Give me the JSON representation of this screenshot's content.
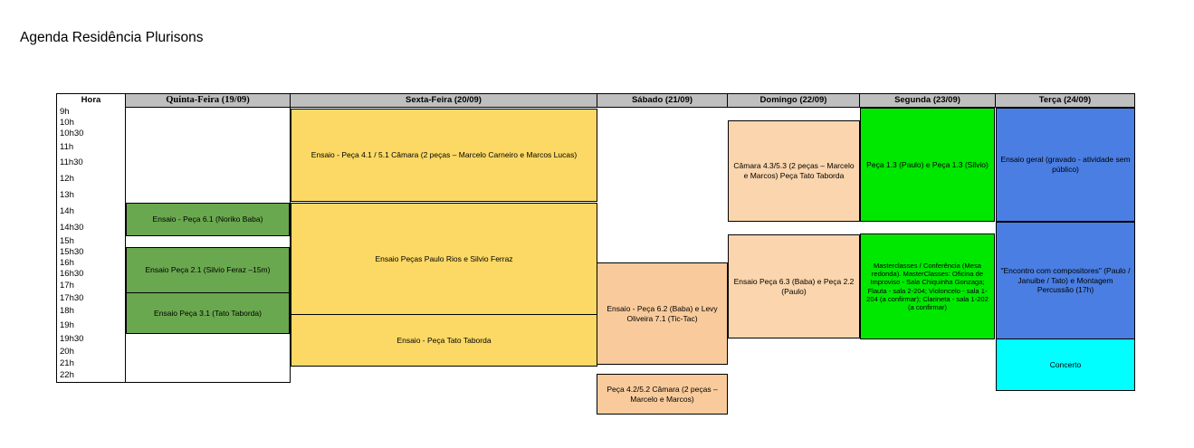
{
  "page": {
    "title": "Agenda Residência Plurisons"
  },
  "table": {
    "hour_header": "Hora",
    "day_headers": [
      "Quinta-Feira (19/09)",
      "Sexta-Feira (20/09)",
      "Sábado (21/09)",
      "Domingo (22/09)",
      "Segunda (23/09)",
      "Terça (24/09)"
    ],
    "hours": [
      "9h",
      "10h",
      "10h30",
      "11h",
      "11h30",
      "12h",
      "13h",
      "14h",
      "14h30",
      "15h",
      "15h30",
      "16h",
      "16h30",
      "17h",
      "17h30",
      "18h",
      "19h",
      "19h30",
      "20h",
      "21h",
      "22h"
    ]
  },
  "colors": {
    "header_gray": "#bfbfbf",
    "yellow": "#fcd965",
    "green": "#6aa84f",
    "peach": "#fbd5ad",
    "peach_dark": "#f9cb9c",
    "lime": "#00e800",
    "blue": "#4a7ee2",
    "cyan": "#00ffff"
  },
  "events": {
    "quinta": [
      "Ensaio - Peça 6.1 (Noriko Baba)",
      "Ensaio Peça 2.1 (Silvio Feraz –15m)",
      "Ensaio Peça 3.1 (Tato Taborda)"
    ],
    "sexta": [
      "Ensaio - Peça 4.1 / 5.1 Câmara (2 peças – Marcelo Carneiro e Marcos Lucas)",
      "Ensaio Peças Paulo Rios e Silvio Ferraz",
      "Ensaio - Peça Tato Taborda"
    ],
    "sabado": [
      "Ensaio - Peça 6.2 (Baba) e Levy Oliveira 7.1 (Tic-Tac)",
      "Peça 4.2/5.2 Câmara (2 peças – Marcelo e Marcos)"
    ],
    "domingo": [
      "Câmara 4.3/5.3 (2 peças – Marcelo e Marcos) Peça Tato Taborda",
      "Ensaio Peça 6.3 (Baba) e Peça 2.2 (Paulo)"
    ],
    "segunda": [
      "Peça 1.3 (Paulo) e Peça 1.3 (Silvio)",
      "Masterclasses / Conferência (Mesa redonda). MasterClasses: Oficina de Improviso - Sala Chiquinha Gonzaga; Flauta - sala 2-204; Violoncelo - sala 1-204 (a confirmar); Clarineta - sala 1-202 (a confirmar)"
    ],
    "terca": [
      "Ensaio geral (gravado - atividade sem público)",
      "\"Encontro com compositores\" (Paulo / Januibe / Tato) e Montagem Percussão (17h)",
      "Concerto"
    ]
  }
}
